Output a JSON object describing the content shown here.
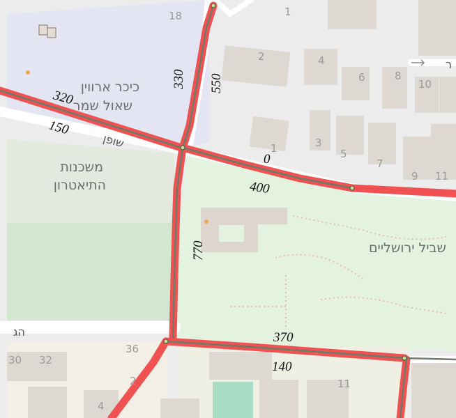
{
  "map": {
    "places": {
      "kikar_line1": "כיכר ארווין",
      "kikar_line2": "שאול שמר",
      "mishkenot_line1": "משכנות",
      "mishkenot_line2": "התיאטרון",
      "park_path": "שביל ירושליים"
    },
    "streets": {
      "shofen": "שופן",
      "top_right_fragment": "ר",
      "left_fragment": "הג"
    },
    "house_numbers": [
      "18",
      "1",
      "2",
      "4",
      "6",
      "8",
      "10",
      "1",
      "3",
      "5",
      "7",
      "9",
      "11",
      "36",
      "30",
      "32",
      "2",
      "4",
      "11"
    ],
    "segment_values": {
      "top_north_a": "330",
      "top_north_b": "550",
      "shofen_a": "320",
      "shofen_b": "150",
      "east_a": "0",
      "east_b": "400",
      "west_park": "770",
      "south_a": "370",
      "south_b": "140"
    },
    "colors": {
      "highlight_red": "#f05252",
      "road_grey": "#6f7b6a",
      "park_green": "#e4f4e1",
      "forest_green": "#d8ead4",
      "building": "#ddd8d2",
      "node": "#c9dc9a"
    }
  }
}
